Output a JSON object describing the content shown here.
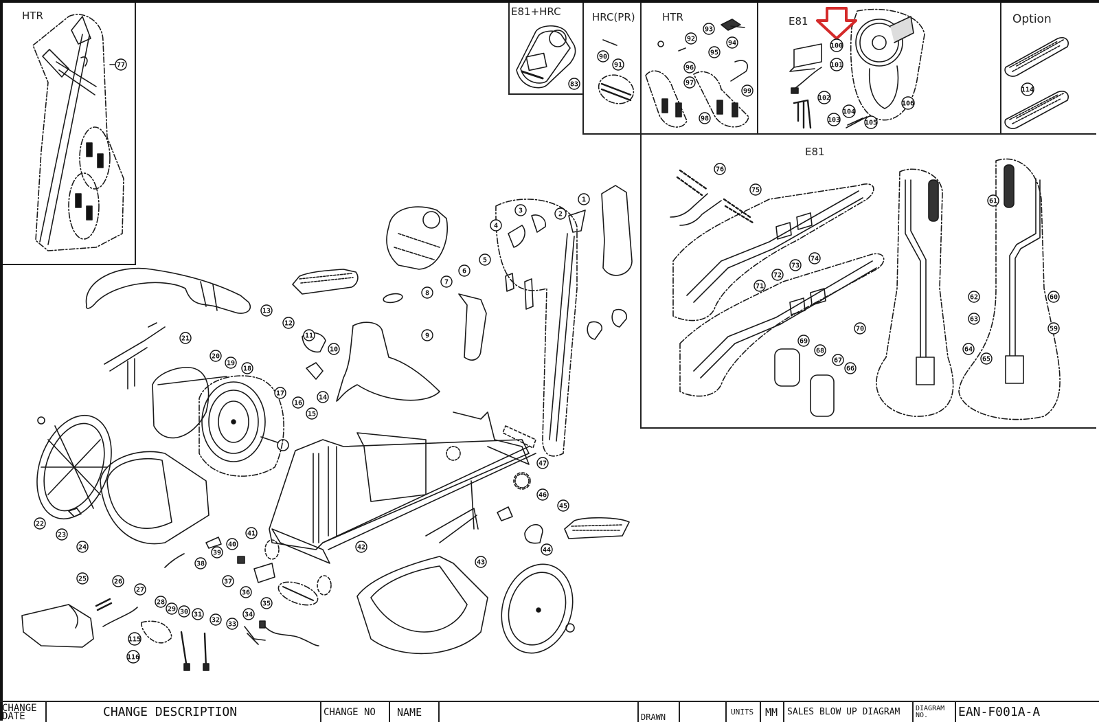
{
  "document": {
    "type": "Sales blow up diagram",
    "highlight_color": "#d42a2a"
  },
  "panels": {
    "htr_left": {
      "title": "HTR",
      "callouts": [
        "77"
      ]
    },
    "e81_hrc": {
      "title": "E81+HRC",
      "callouts": [
        "83"
      ]
    },
    "hrc_pr": {
      "title": "HRC(PR)",
      "callouts": [
        "90",
        "91"
      ]
    },
    "htr_top": {
      "title": "HTR",
      "callouts": [
        "92",
        "93",
        "94",
        "95",
        "96",
        "97",
        "98",
        "99"
      ]
    },
    "e81_top": {
      "title": "E81",
      "callouts": [
        "100",
        "101",
        "102",
        "103",
        "104",
        "105",
        "106"
      ],
      "highlighted_part": "100"
    },
    "option": {
      "title": "Option",
      "callouts": [
        "114"
      ]
    },
    "e81_arms": {
      "title": "E81",
      "callouts": [
        "59",
        "60",
        "61",
        "62",
        "63",
        "64",
        "65",
        "66",
        "67",
        "68",
        "69",
        "70",
        "71",
        "72",
        "73",
        "74",
        "75",
        "76"
      ]
    }
  },
  "main_callouts": [
    "1",
    "2",
    "3",
    "4",
    "5",
    "6",
    "7",
    "8",
    "9",
    "10",
    "11",
    "12",
    "13",
    "14",
    "15",
    "16",
    "17",
    "18",
    "19",
    "20",
    "21",
    "22",
    "23",
    "24",
    "25",
    "26",
    "27",
    "28",
    "29",
    "30",
    "31",
    "32",
    "33",
    "34",
    "35",
    "36",
    "37",
    "38",
    "39",
    "40",
    "41",
    "42",
    "43",
    "44",
    "45",
    "46",
    "47",
    "115",
    "116"
  ],
  "title_block": {
    "change_date": "CHANGE DATE",
    "change_description": "CHANGE DESCRIPTION",
    "change_no": "CHANGE NO",
    "name": "NAME",
    "drawn": "DRAWN",
    "units_label": "UNITS",
    "units_value": "MM",
    "drawing_title": "SALES BLOW UP DIAGRAM",
    "diagram_no_label": "DIAGRAM NO.",
    "diagram_no_value": "EAN-F001A-A"
  }
}
